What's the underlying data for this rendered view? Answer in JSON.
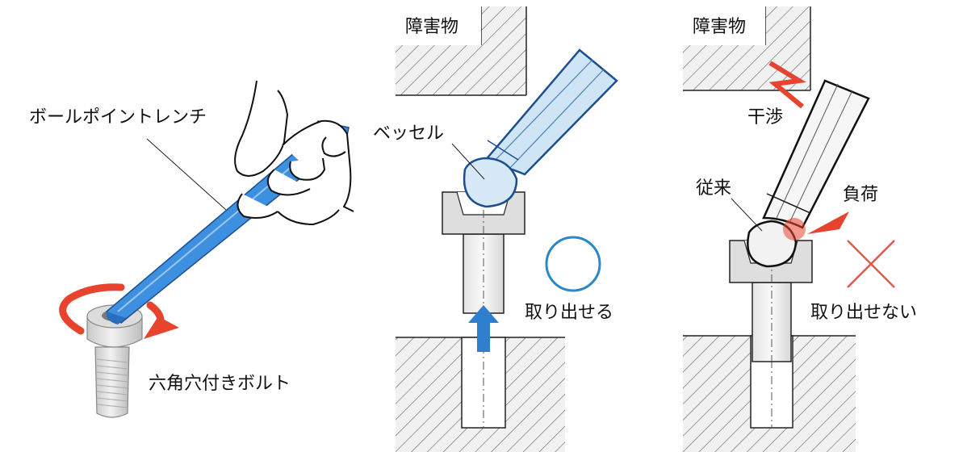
{
  "labels": {
    "ball_point_wrench": "ボールポイントレンチ",
    "hex_socket_bolt": "六角穴付きボルト",
    "bessel": "ベッセル",
    "obstacle_center": "障害物",
    "obstacle_right": "障害物",
    "interference": "干渉",
    "conventional": "従来",
    "load": "負荷",
    "can_remove": "取り出せる",
    "cannot_remove": "取り出せない"
  },
  "marks": {
    "ok_symbol": "circle",
    "ng_symbol": "cross"
  },
  "colors": {
    "wrench_blue": "#3d8fe0",
    "wrench_light_blue": "#cfe4f5",
    "outline_dark_blue": "#1c4f8f",
    "arrow_blue": "#2f7fd0",
    "ok_circle": "#2a87c8",
    "red": "#e8432e",
    "ng_cross": "#e4584a",
    "bolt_gray": "#d8d8d8",
    "hatch_fill": "#eeeeee"
  }
}
